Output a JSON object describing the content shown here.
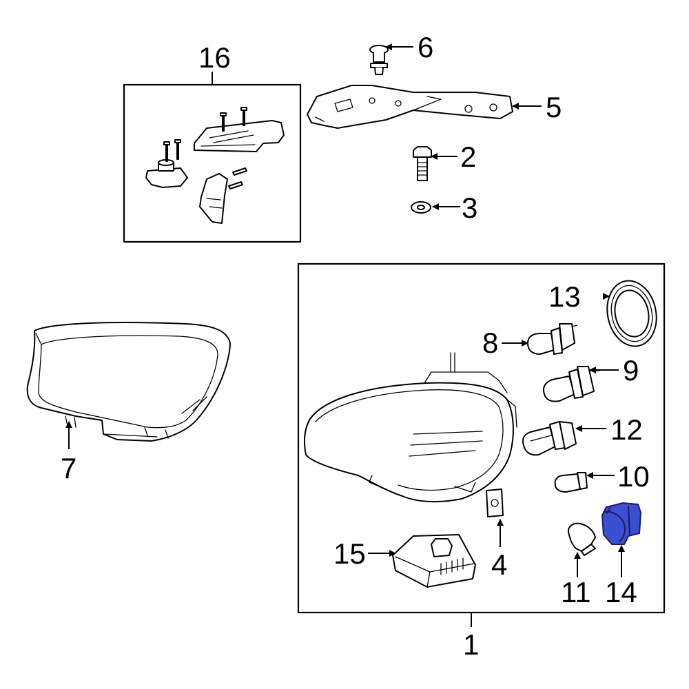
{
  "diagram": {
    "highlight_color": "#3b4fd1",
    "callouts": {
      "c1": "1",
      "c2": "2",
      "c3": "3",
      "c4": "4",
      "c5": "5",
      "c6": "6",
      "c7": "7",
      "c8": "8",
      "c9": "9",
      "c10": "10",
      "c11": "11",
      "c12": "12",
      "c13": "13",
      "c14": "14",
      "c15": "15",
      "c16": "16"
    }
  }
}
